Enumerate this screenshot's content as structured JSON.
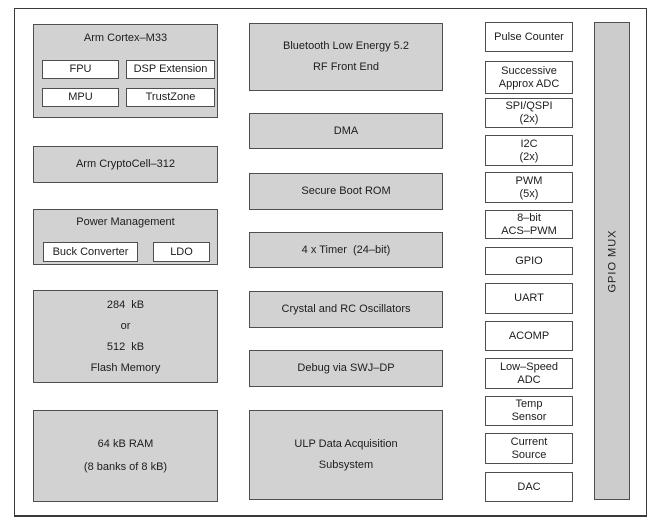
{
  "blocks": {
    "cortex": {
      "title": "Arm Cortex–M33",
      "sub": [
        "FPU",
        "DSP Extension",
        "MPU",
        "TrustZone"
      ]
    },
    "cryptocell": {
      "label": "Arm CryptoCell–312"
    },
    "power": {
      "title": "Power Management",
      "sub": [
        "Buck Converter",
        "LDO"
      ]
    },
    "flash": {
      "lines": [
        "284  kB",
        "or",
        "512  kB",
        "Flash Memory"
      ]
    },
    "ram": {
      "lines": [
        "64 kB RAM",
        "(8 banks of 8 kB)"
      ]
    },
    "ble": {
      "lines": [
        "Bluetooth Low Energy 5.2",
        "RF Front End"
      ]
    },
    "dma": {
      "label": "DMA"
    },
    "secure_boot_rom": {
      "label": "Secure Boot ROM"
    },
    "timer": {
      "label": "4 x Timer  (24–bit)"
    },
    "oscillators": {
      "label": "Crystal and RC Oscillators"
    },
    "debug": {
      "label": "Debug via SWJ–DP"
    },
    "ulp": {
      "lines": [
        "ULP Data Acquisition",
        "Subsystem"
      ]
    }
  },
  "peripherals": [
    {
      "lines": [
        "Pulse Counter"
      ]
    },
    {
      "lines": [
        "Successive",
        "Approx ADC"
      ]
    },
    {
      "lines": [
        "SPI/QSPI",
        "(2x)"
      ]
    },
    {
      "lines": [
        "I2C",
        "(2x)"
      ]
    },
    {
      "lines": [
        "PWM",
        "(5x)"
      ]
    },
    {
      "lines": [
        "8–bit",
        "ACS–PWM"
      ]
    },
    {
      "lines": [
        "GPIO"
      ]
    },
    {
      "lines": [
        "UART"
      ]
    },
    {
      "lines": [
        "ACOMP"
      ]
    },
    {
      "lines": [
        "Low–Speed",
        "ADC"
      ]
    },
    {
      "lines": [
        "Temp",
        "Sensor"
      ]
    },
    {
      "lines": [
        "Current",
        "Source"
      ]
    },
    {
      "lines": [
        "DAC"
      ]
    }
  ],
  "gpio_mux": {
    "label": "GPIO MUX"
  },
  "colors": {
    "block_fill": "#d2d2d2",
    "box_fill": "#ffffff",
    "border": "#4f4f4f",
    "frame": "#3a3a3a",
    "text": "#1c1c1c"
  }
}
